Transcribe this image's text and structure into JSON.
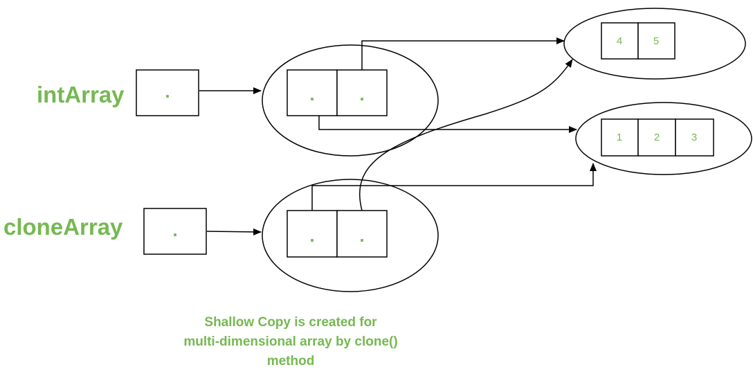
{
  "colors": {
    "label": "#76b852",
    "stroke": "#000000",
    "background": "#ffffff"
  },
  "labels": {
    "int_array": "intArray",
    "clone_array": "cloneArray"
  },
  "reference_dot": ".",
  "inner_arrays": {
    "top": [
      "4",
      "5"
    ],
    "bottom": [
      "1",
      "2",
      "3"
    ]
  },
  "caption": {
    "line1": "Shallow Copy is created for",
    "line2": "multi-dimensional array by clone()",
    "line3": "method"
  }
}
